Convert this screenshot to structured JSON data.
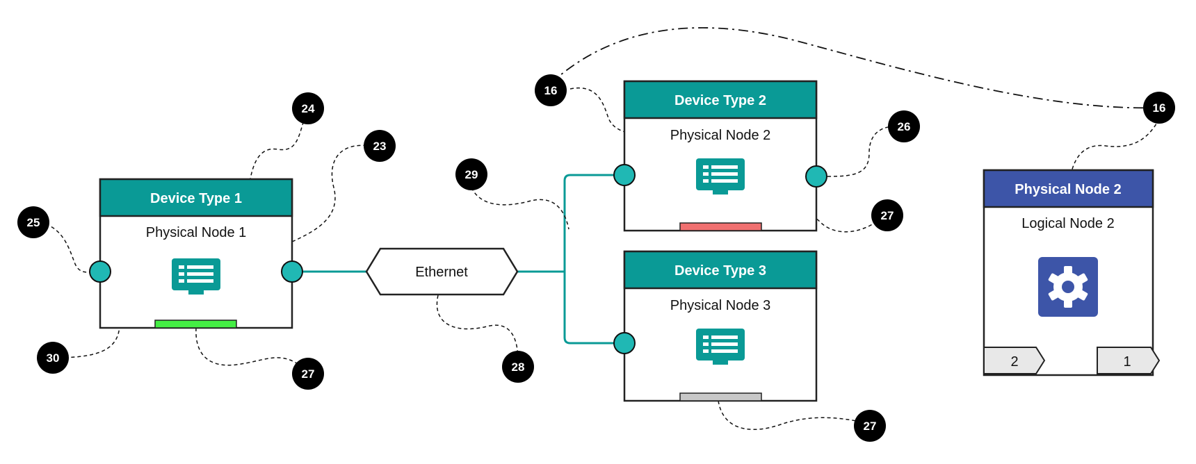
{
  "nodes": {
    "node1": {
      "header": "Device Type 1",
      "title": "Physical Node 1",
      "header_color": "#0a9a96",
      "status_color": "#44ee44"
    },
    "node2": {
      "header": "Device Type 2",
      "title": "Physical Node 2",
      "header_color": "#0a9a96",
      "status_color": "#f07070"
    },
    "node3": {
      "header": "Device Type 3",
      "title": "Physical Node 3",
      "header_color": "#0a9a96",
      "status_color": "#c8c8c8"
    },
    "logical": {
      "header": "Physical Node 2",
      "title": "Logical Node 2",
      "header_color": "#3d55a8",
      "tab_left": "2",
      "tab_right": "1"
    }
  },
  "ethernet": {
    "label": "Ethernet"
  },
  "callouts": {
    "c16a": "16",
    "c16b": "16",
    "c23": "23",
    "c24": "24",
    "c25": "25",
    "c26": "26",
    "c27a": "27",
    "c27b": "27",
    "c27c": "27",
    "c28": "28",
    "c29": "29",
    "c30": "30"
  },
  "colors": {
    "teal": "#0a9a96",
    "port": "#20b8b4",
    "link": "#0a9a96",
    "callout": "#000000",
    "gear_bg": "#3d55a8"
  },
  "icons": {
    "monitor": "monitor-icon",
    "gear": "gear-icon"
  }
}
